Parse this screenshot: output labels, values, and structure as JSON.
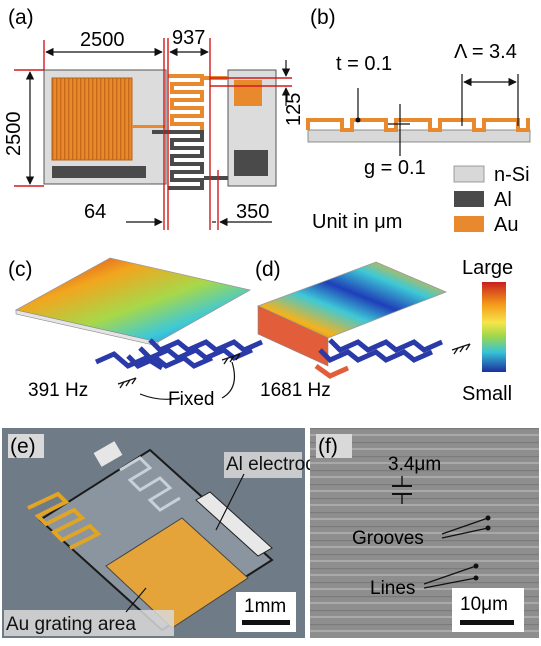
{
  "panels": {
    "a": {
      "label": "(a)",
      "dims": {
        "width": "2500",
        "comb_width": "937",
        "height": "2500",
        "pad_height": "125",
        "gap_left": "64",
        "gap_right": "350"
      }
    },
    "b": {
      "label": "(b)",
      "t_label": "t = 0.1",
      "lambda_label": "Λ = 3.4",
      "g_label": "g = 0.1",
      "unit": "Unit in μm",
      "legend": [
        {
          "name": "n-Si",
          "color": "#d8d8d8"
        },
        {
          "name": "Al",
          "color": "#4a4a4a"
        },
        {
          "name": "Au",
          "color": "#e8892e"
        }
      ]
    },
    "c": {
      "label": "(c)",
      "freq": "391 Hz",
      "fixed": "Fixed"
    },
    "d": {
      "label": "(d)",
      "freq": "1681 Hz"
    },
    "colorbar": {
      "top": "Large",
      "bottom": "Small"
    },
    "e": {
      "label": "(e)",
      "electrode": "Al electrode",
      "grating": "Au grating area",
      "scale": "1mm"
    },
    "f": {
      "label": "(f)",
      "period": "3.4μm",
      "grooves": "Grooves",
      "lines": "Lines",
      "scale": "10μm"
    }
  },
  "colors": {
    "au": "#e8892e",
    "al": "#4a4a4a",
    "si": "#d8d8d8",
    "dim_line": "#d11b1b"
  }
}
